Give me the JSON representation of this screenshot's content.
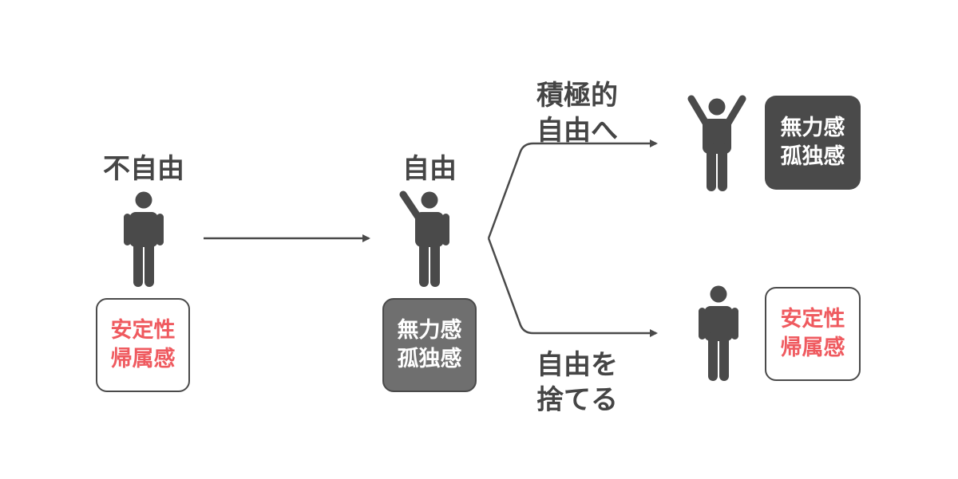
{
  "stages": {
    "unfree": {
      "label": "不自由",
      "box": [
        "安定性",
        "帰属感"
      ],
      "figure": "standing-person-icon"
    },
    "free": {
      "label": "自由",
      "box": [
        "無力感",
        "孤独感"
      ],
      "figure": "person-raising-hand-icon"
    },
    "positive": {
      "label": [
        "積極的",
        "自由へ"
      ],
      "box": [
        "無力感",
        "孤独感"
      ],
      "figure": "person-arms-up-icon"
    },
    "escape": {
      "label": [
        "自由を",
        "捨てる"
      ],
      "box": [
        "安定性",
        "帰属感"
      ],
      "figure": "standing-person-icon"
    }
  },
  "colors": {
    "dark": "#4a4a4a",
    "gray_box": "#6f6f6f",
    "accent_red": "#ef5a5f",
    "background": "#ffffff"
  }
}
